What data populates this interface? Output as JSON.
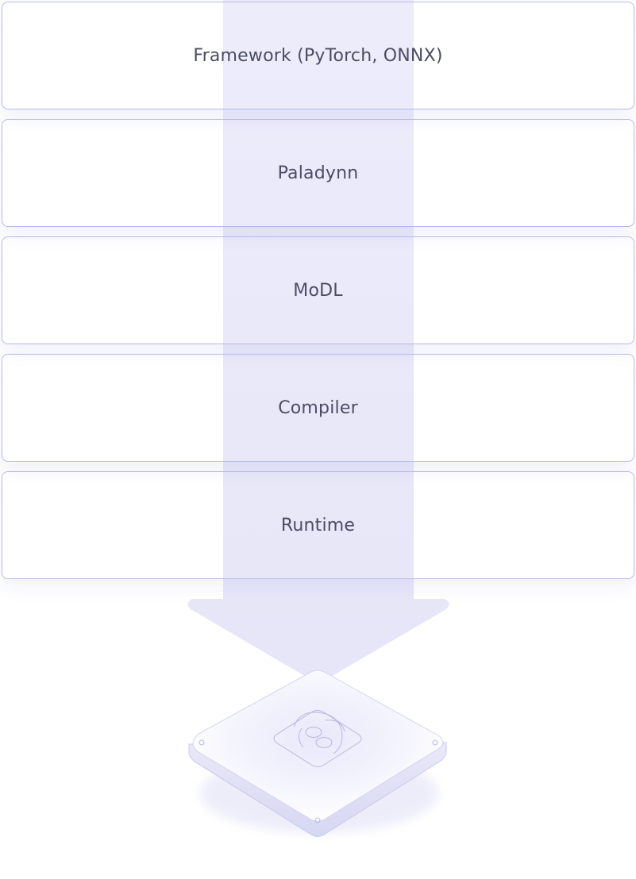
{
  "diagram": {
    "layers": [
      {
        "label": "Framework (PyTorch, ONNX)"
      },
      {
        "label": "Paladynn"
      },
      {
        "label": "MoDL"
      },
      {
        "label": "Compiler"
      },
      {
        "label": "Runtime"
      }
    ],
    "chip_icon": "chip-logo-icon",
    "colors": {
      "box_border": "#b8b9ea",
      "arrow_fill": "#ebebfa",
      "label_text": "#4b4d63",
      "chip_edge": "#c8c9ee"
    }
  }
}
